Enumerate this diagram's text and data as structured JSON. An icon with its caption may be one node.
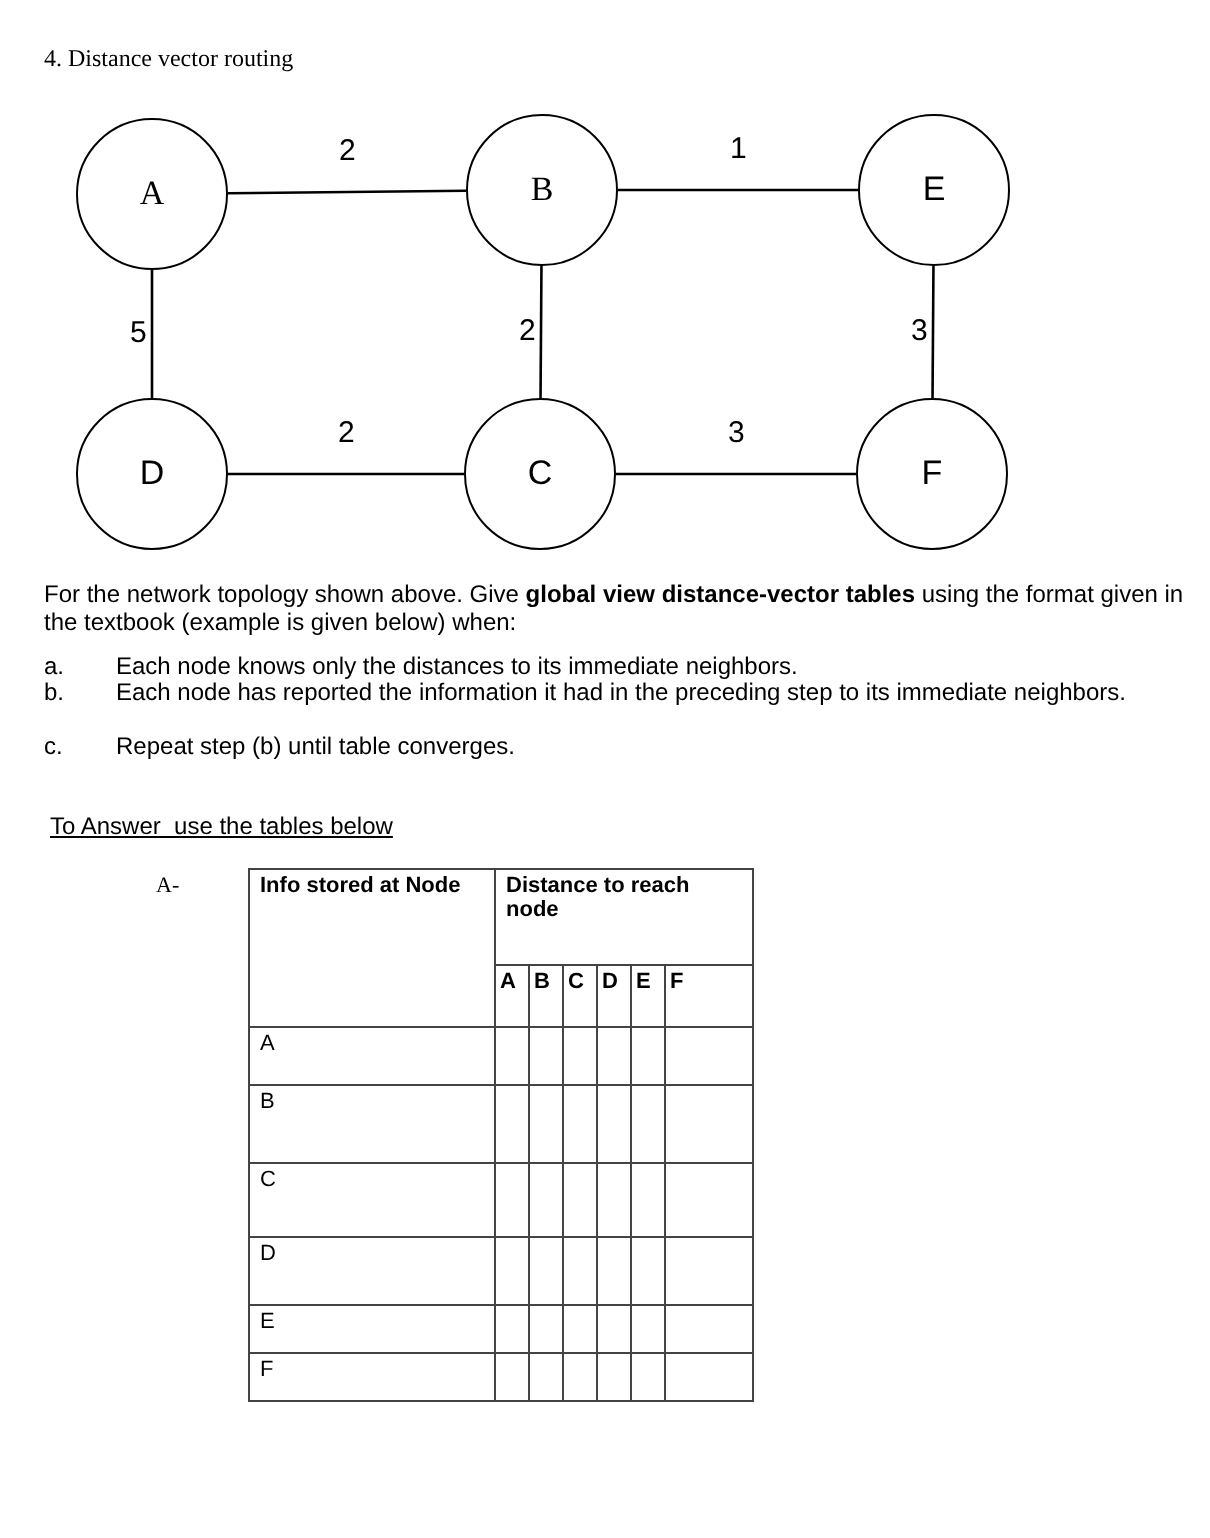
{
  "diagram": {
    "title": "4. Distance vector routing",
    "nodes": [
      {
        "text": [
          "A"
        ]
      },
      {
        "text": [
          "B"
        ]
      },
      {
        "text": [
          "E"
        ]
      },
      {
        "text": [
          "D"
        ]
      },
      {
        "text": [
          "C"
        ]
      },
      {
        "text": [
          "F"
        ]
      }
    ],
    "edges": [
      {
        "from": 0,
        "to": 1,
        "arrow": "none",
        "label": "2"
      },
      {
        "from": 1,
        "to": 2,
        "arrow": "none",
        "label": "1"
      },
      {
        "from": 0,
        "to": 3,
        "arrow": "none",
        "label": "5"
      },
      {
        "from": 1,
        "to": 4,
        "arrow": "none",
        "label": "2"
      },
      {
        "from": 2,
        "to": 5,
        "arrow": "none",
        "label": "3"
      },
      {
        "from": 3,
        "to": 4,
        "arrow": "none",
        "label": "2"
      },
      {
        "from": 4,
        "to": 5,
        "arrow": "none",
        "label": "3"
      }
    ],
    "labels": [
      "For the network topology shown above. Give **global view distance-vector tables** using the format given in the textbook (example is given below) when:",
      "a.",
      "Each node knows only the distances to its immediate neighbors.",
      "b.",
      "Each node has reported the information it had in the preceding step to its immediate neighbors.",
      "c.",
      "Repeat step (b) until table converges.",
      "To Answer  use the tables below",
      "A-",
      "Info stored at Node",
      "Distance to reach node",
      "A",
      "B",
      "C",
      "D",
      "E",
      "F",
      "A",
      "B",
      "C",
      "D",
      "E",
      "F"
    ]
  }
}
